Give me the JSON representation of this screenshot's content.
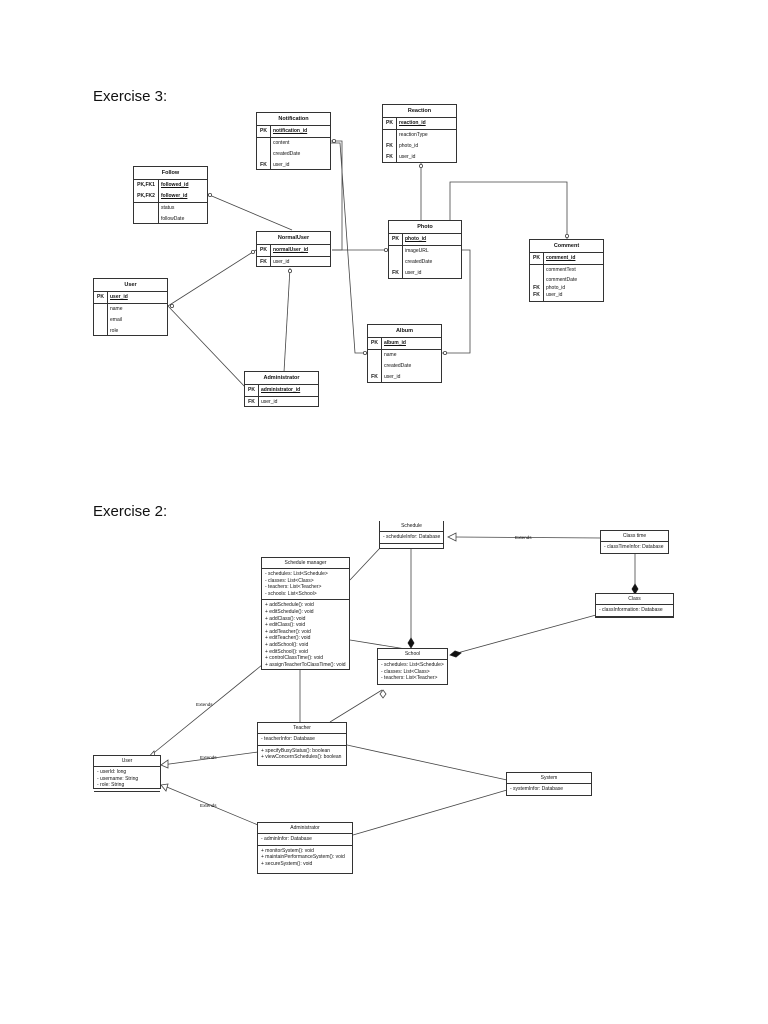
{
  "exercise3": {
    "heading": "Exercise 3:",
    "entities": {
      "notification": {
        "title": "Notification",
        "rows": [
          {
            "k": "PK",
            "n": "notification_id",
            "pk": true
          },
          {
            "k": "",
            "n": "content"
          },
          {
            "k": "",
            "n": "createdDate"
          },
          {
            "k": "FK",
            "n": "user_id"
          }
        ]
      },
      "reaction": {
        "title": "Reaction",
        "rows": [
          {
            "k": "PK",
            "n": "reaction_id",
            "pk": true
          },
          {
            "k": "",
            "n": "reactionType"
          },
          {
            "k": "FK",
            "n": "photo_id"
          },
          {
            "k": "FK",
            "n": "user_id"
          }
        ]
      },
      "follow": {
        "title": "Follow",
        "rows": [
          {
            "k": "PK,FK1",
            "n": "followed_id",
            "pk": true
          },
          {
            "k": "PK,FK2",
            "n": "follower_id",
            "pk": true
          },
          {
            "k": "",
            "n": "status"
          },
          {
            "k": "",
            "n": "followDate"
          }
        ]
      },
      "normaluser": {
        "title": "NormalUser",
        "rows": [
          {
            "k": "PK",
            "n": "normalUser_id",
            "pk": true
          },
          {
            "k": "FK",
            "n": "user_id"
          }
        ]
      },
      "photo": {
        "title": "Photo",
        "rows": [
          {
            "k": "PK",
            "n": "photo_id",
            "pk": true
          },
          {
            "k": "",
            "n": "imageURL"
          },
          {
            "k": "",
            "n": "createdDate"
          },
          {
            "k": "FK",
            "n": "user_id"
          }
        ]
      },
      "comment": {
        "title": "Comment",
        "rows": [
          {
            "k": "PK",
            "n": "comment_id",
            "pk": true
          },
          {
            "k": "",
            "n": "commentText"
          },
          {
            "k": "",
            "n": "commentDate"
          },
          {
            "k": "FK",
            "n": "photo_id"
          },
          {
            "k": "FK",
            "n": "user_id"
          }
        ]
      },
      "user": {
        "title": "User",
        "rows": [
          {
            "k": "PK",
            "n": "user_id",
            "pk": true
          },
          {
            "k": "",
            "n": "name"
          },
          {
            "k": "",
            "n": "email"
          },
          {
            "k": "",
            "n": "role"
          }
        ]
      },
      "album": {
        "title": "Album",
        "rows": [
          {
            "k": "PK",
            "n": "album_id",
            "pk": true
          },
          {
            "k": "",
            "n": "name"
          },
          {
            "k": "",
            "n": "createdDate"
          },
          {
            "k": "FK",
            "n": "user_id"
          }
        ]
      },
      "administrator": {
        "title": "Administrator",
        "rows": [
          {
            "k": "PK",
            "n": "administrator_id",
            "pk": true
          },
          {
            "k": "FK",
            "n": "user_id"
          }
        ]
      }
    }
  },
  "exercise2": {
    "heading": "Exercise 2:",
    "classes": {
      "schedule": {
        "title": "Schedule",
        "sections": [
          [
            "- scheduleInfor: Database"
          ],
          []
        ]
      },
      "classtime": {
        "title": "Class time",
        "sections": [
          [
            "- classTimeInfor: Database"
          ],
          []
        ]
      },
      "schedulemanager": {
        "title": "Schedule manager",
        "sections": [
          [
            "- schedules: List<Schedule>",
            "- classes: List<Class>",
            "- teachers: List<Teacher>",
            "- schools: List<School>"
          ],
          [
            "+ addSchedule(): void",
            "+ editSchedule(): void",
            "+ addClass(): void",
            "+ editClass(): void",
            "+ addTeacher(): void",
            "+ editTeacher(): void",
            "+ addSchool(): void",
            "+ editSchool(): void",
            "+ controlClassTime(): void",
            "+ assignTeacherToClassTime(): void"
          ]
        ]
      },
      "class": {
        "title": "Class",
        "sections": [
          [
            "- classInformation: Database"
          ],
          []
        ]
      },
      "school": {
        "title": "School",
        "sections": [
          [
            "- schedules: List<Schedule>",
            "- classes: List<Class>",
            "- teachers: List<Teacher>"
          ],
          []
        ]
      },
      "teacher": {
        "title": "Teacher",
        "sections": [
          [
            "- teacherInfor: Database"
          ],
          [
            "+ specifyBusyStatus(): boolean",
            "+ viewConcernSchedules(): boolean"
          ]
        ]
      },
      "user": {
        "title": "User",
        "sections": [
          [
            "- userId: long",
            "- username: String",
            "- role: String"
          ],
          []
        ]
      },
      "system": {
        "title": "System",
        "sections": [
          [
            "- systemInfor: Database"
          ],
          []
        ]
      },
      "administrator": {
        "title": "Administrator",
        "sections": [
          [
            "- adminInfor: Database"
          ],
          [
            "+ monitorSystem(): void",
            "+ maintainPerformanceSystem(): void",
            "+ secureSystem(): void"
          ]
        ]
      }
    },
    "labels": {
      "extends1": "Extends",
      "extends2": "Extends",
      "extends3": "Extends",
      "extends4": "Extends"
    }
  }
}
